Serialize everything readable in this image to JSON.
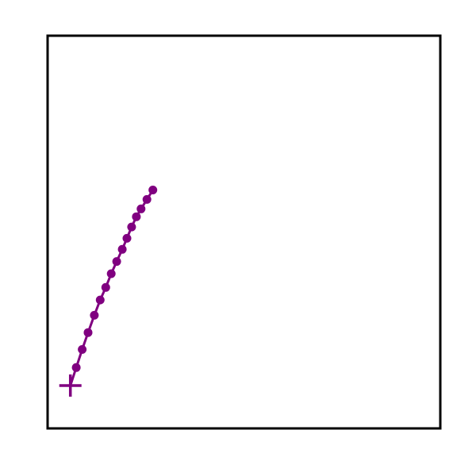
{
  "chart_data": {
    "type": "line",
    "title": "",
    "xlabel": "",
    "ylabel": "",
    "xlim": [
      0,
      100
    ],
    "ylim": [
      0,
      100
    ],
    "grid": false,
    "axes_ticks": false,
    "series": [
      {
        "color": "#800080",
        "marker": "circle",
        "x": [
          7.3,
          8.8,
          10.3,
          11.9,
          13.4,
          14.8,
          16.2,
          17.6,
          19.0,
          20.2,
          21.4,
          22.6,
          23.8,
          25.3,
          26.8
        ],
        "y": [
          15.5,
          20.1,
          24.4,
          28.8,
          32.7,
          35.9,
          39.4,
          42.5,
          45.6,
          48.4,
          51.3,
          53.9,
          55.9,
          58.3,
          60.7
        ]
      }
    ],
    "start_marker": {
      "color": "#800080",
      "shape": "plus",
      "x": 5.8,
      "y": 10.9
    }
  }
}
